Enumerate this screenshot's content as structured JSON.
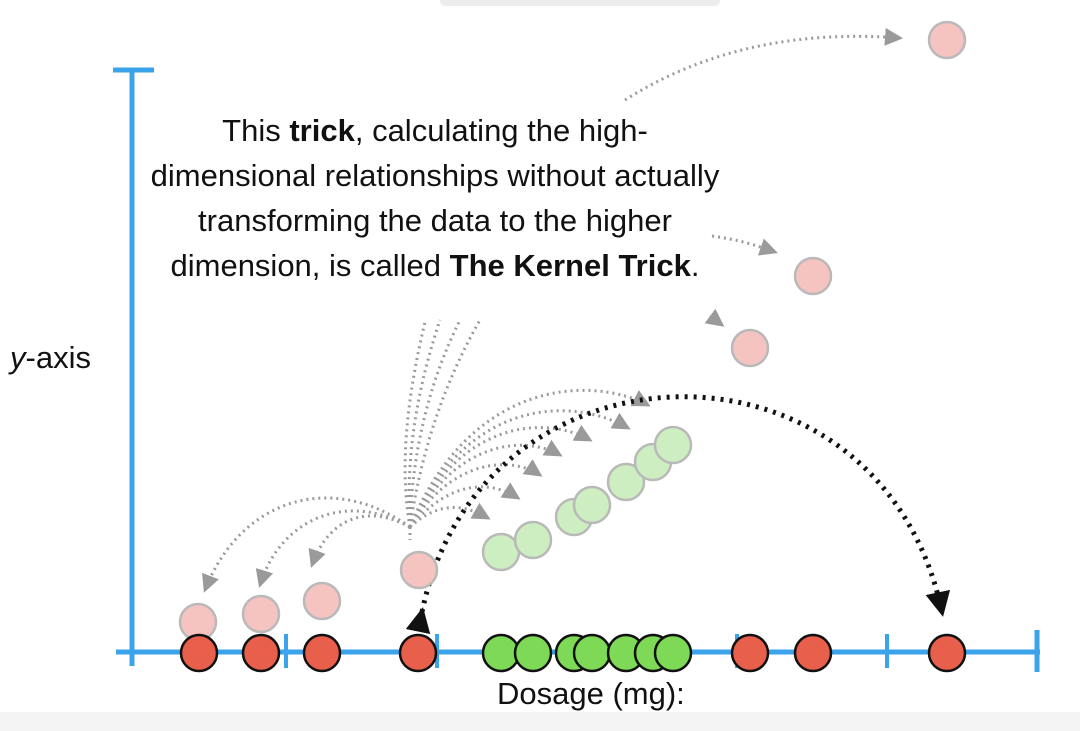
{
  "caption": {
    "part1": "This ",
    "bold1": "trick",
    "part2": ", calculating the high-dimensional relationships without actually transforming the data to the higher dimension, is called ",
    "bold2": "The Kernel Trick",
    "part3": "."
  },
  "axes": {
    "y_italic": "y",
    "y_rest": "-axis",
    "x_label": "Dosage (mg):"
  },
  "colors": {
    "axis": "#3aa3ea",
    "red": "#e8604c",
    "green": "#7ed957",
    "pink": "#f5c4c0",
    "light_green": "#cdeec0",
    "gray_arrow": "#9a9a9a",
    "black_arrow": "#111111"
  }
}
